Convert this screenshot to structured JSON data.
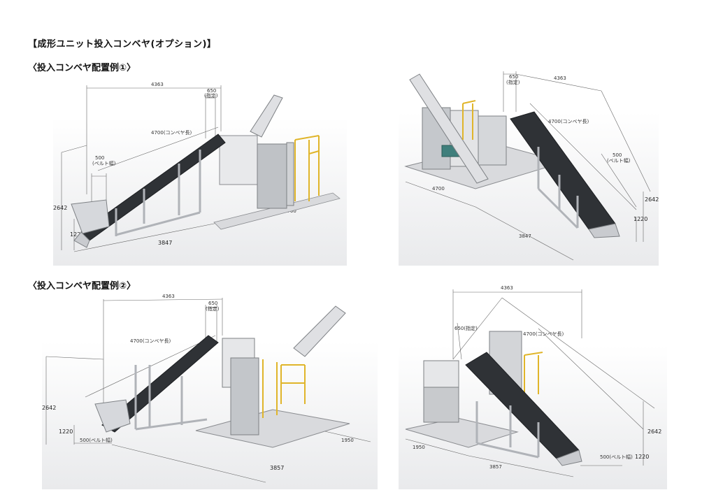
{
  "document": {
    "title": "【成形ユニット投入コンベヤ(オプション)】",
    "section1": "〈投入コンベヤ配置例①〉",
    "section2": "〈投入コンベヤ配置例②〉"
  },
  "figures": [
    {
      "id": "layout1-front",
      "dimensions": {
        "overall": "4363",
        "width650": "650",
        "width650_note": "(指定)",
        "conveyor": "4700(コンベヤ長)",
        "belt": "500",
        "belt_note": "(ベルト幅)",
        "height_total": "2642",
        "height_inlet": "1220",
        "base": "3847",
        "frame": "4700"
      }
    },
    {
      "id": "layout1-rear",
      "dimensions": {
        "width650": "650",
        "width650_note": "(指定)",
        "overall": "4363",
        "conveyor": "4700(コンベヤ長)",
        "belt": "500",
        "belt_note": "(ベルト幅)",
        "height_total": "2642",
        "height_inlet": "1220",
        "frame": "4700",
        "base": "3847"
      }
    },
    {
      "id": "layout2-front",
      "dimensions": {
        "overall": "4363",
        "width650": "650",
        "width650_note": "(指定)",
        "conveyor": "4700(コンベヤ長)",
        "height_total": "2642",
        "height_inlet": "1220",
        "belt": "500(ベルト幅)",
        "depth": "1950",
        "base": "3857"
      }
    },
    {
      "id": "layout2-rear",
      "dimensions": {
        "overall": "4363",
        "width650": "650(指定)",
        "conveyor": "4700(コンベヤ長)",
        "depth": "1950",
        "base": "3857",
        "belt": "500(ベルト幅)",
        "height_inlet": "1220",
        "height_total": "2642"
      }
    }
  ]
}
